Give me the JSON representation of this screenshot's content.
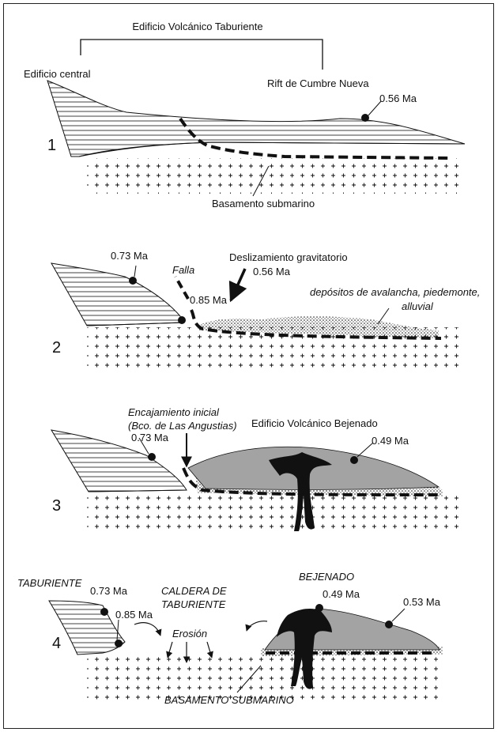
{
  "panel1": {
    "number": "1",
    "bracket_title": "Edificio Volcánico Taburiente",
    "left_label": "Edificio central",
    "right_label": "Rift de Cumbre Nueva",
    "age": "0.56 Ma",
    "basement": "Basamento submarino"
  },
  "panel2": {
    "number": "2",
    "age_top": "0.73 Ma",
    "fault": "Falla",
    "age_fault": "0.85 Ma",
    "landslide": "Deslizamiento gravitatorio",
    "landslide_age": "0.56 Ma",
    "deposits_line1": "depósitos de avalancha, piedemonte,",
    "deposits_line2": "alluvial"
  },
  "panel3": {
    "number": "3",
    "incision_line1": "Encajamiento inicial",
    "incision_line2": "(Bco. de Las Angustias)",
    "age_left": "0.73 Ma",
    "volcano": "Edificio Volcánico Bejenado",
    "age_right": "0.49 Ma"
  },
  "panel4": {
    "number": "4",
    "taburiente": "TABURIENTE",
    "age_a": "0.73 Ma",
    "age_b": "0.85 Ma",
    "caldera_line1": "CALDERA DE",
    "caldera_line2": "TABURIENTE",
    "erosion": "Erosión",
    "bejenado": "BEJENADO",
    "age_c": "0.49 Ma",
    "age_d": "0.53  Ma",
    "basement": "BASAMENTO SUBMARINO"
  },
  "colors": {
    "volcano_fill": "#a3a3a3",
    "ink": "#111111",
    "background": "#ffffff"
  }
}
